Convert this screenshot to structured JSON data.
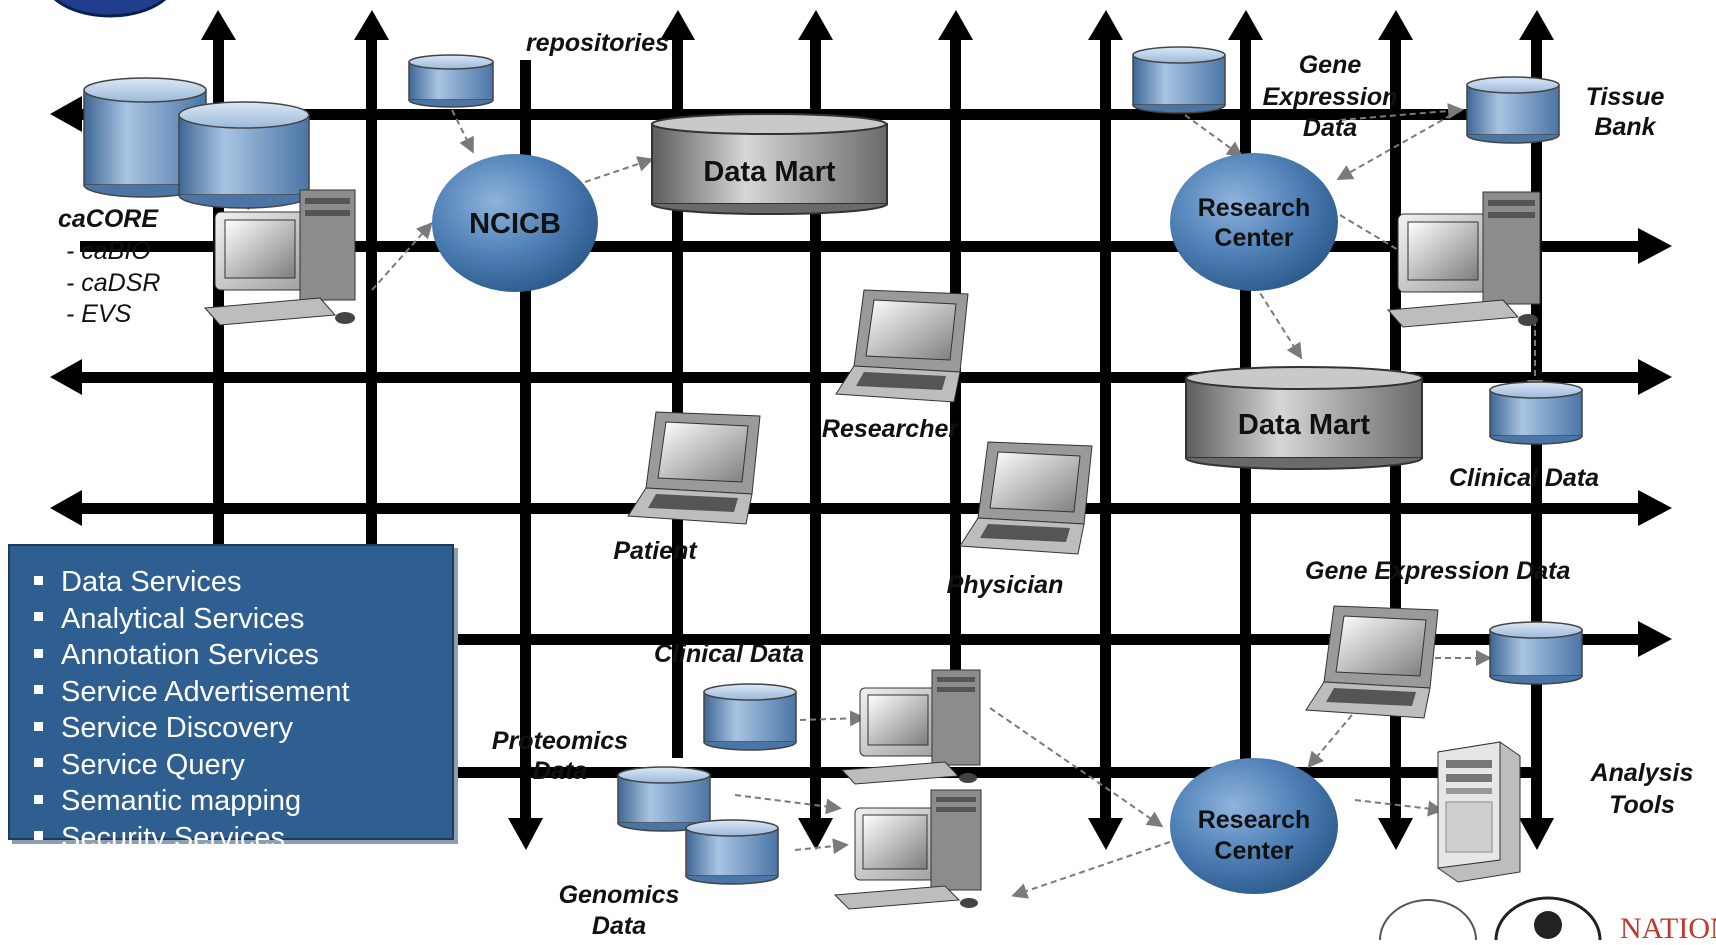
{
  "labels": {
    "repositories": "repositories",
    "cacore_title": "caCORE",
    "cacore_items": [
      "- caBIO",
      "- caDSR",
      "- EVS"
    ],
    "ncicb": "NCICB",
    "data_mart_top": "Data Mart",
    "data_mart_mid": "Data Mart",
    "research_center_top": [
      "Research",
      "Center"
    ],
    "research_center_bottom": [
      "Research",
      "Center"
    ],
    "gene_expression_top": [
      "Gene",
      "Expression",
      "Data"
    ],
    "tissue_bank": [
      "Tissue",
      "Bank"
    ],
    "researcher": "Researcher",
    "patient": "Patient",
    "physician": "Physician",
    "clinical_data_right": "Clinical Data",
    "gene_expression_right": "Gene Expression Data",
    "clinical_data_center": "Clinical Data",
    "proteomics_data": [
      "Proteomics",
      "Data"
    ],
    "genomics_data": [
      "Genomics",
      "Data"
    ],
    "analysis_tools": [
      "Analysis",
      "Tools"
    ]
  },
  "services": {
    "items": [
      "Data Services",
      "Analytical Services",
      "Annotation Services",
      "Service Advertisement",
      "Service Discovery",
      "Service Query",
      "Semantic mapping",
      "Security Services"
    ]
  },
  "logo_text": "NATIONA",
  "colors": {
    "bus_line": "#000000",
    "node_blue": "#3d6fa3",
    "services_box": "#2f5f91",
    "cylinder_blue": "#6b93bf",
    "data_mart_gray": "#8a8a8a",
    "connector": "#7a7a7a",
    "logo_red": "#c0392b"
  },
  "icons": [
    "desktop-computer-icon",
    "laptop-icon",
    "database-cylinder-icon",
    "server-tower-icon",
    "institute-seal-icon"
  ]
}
